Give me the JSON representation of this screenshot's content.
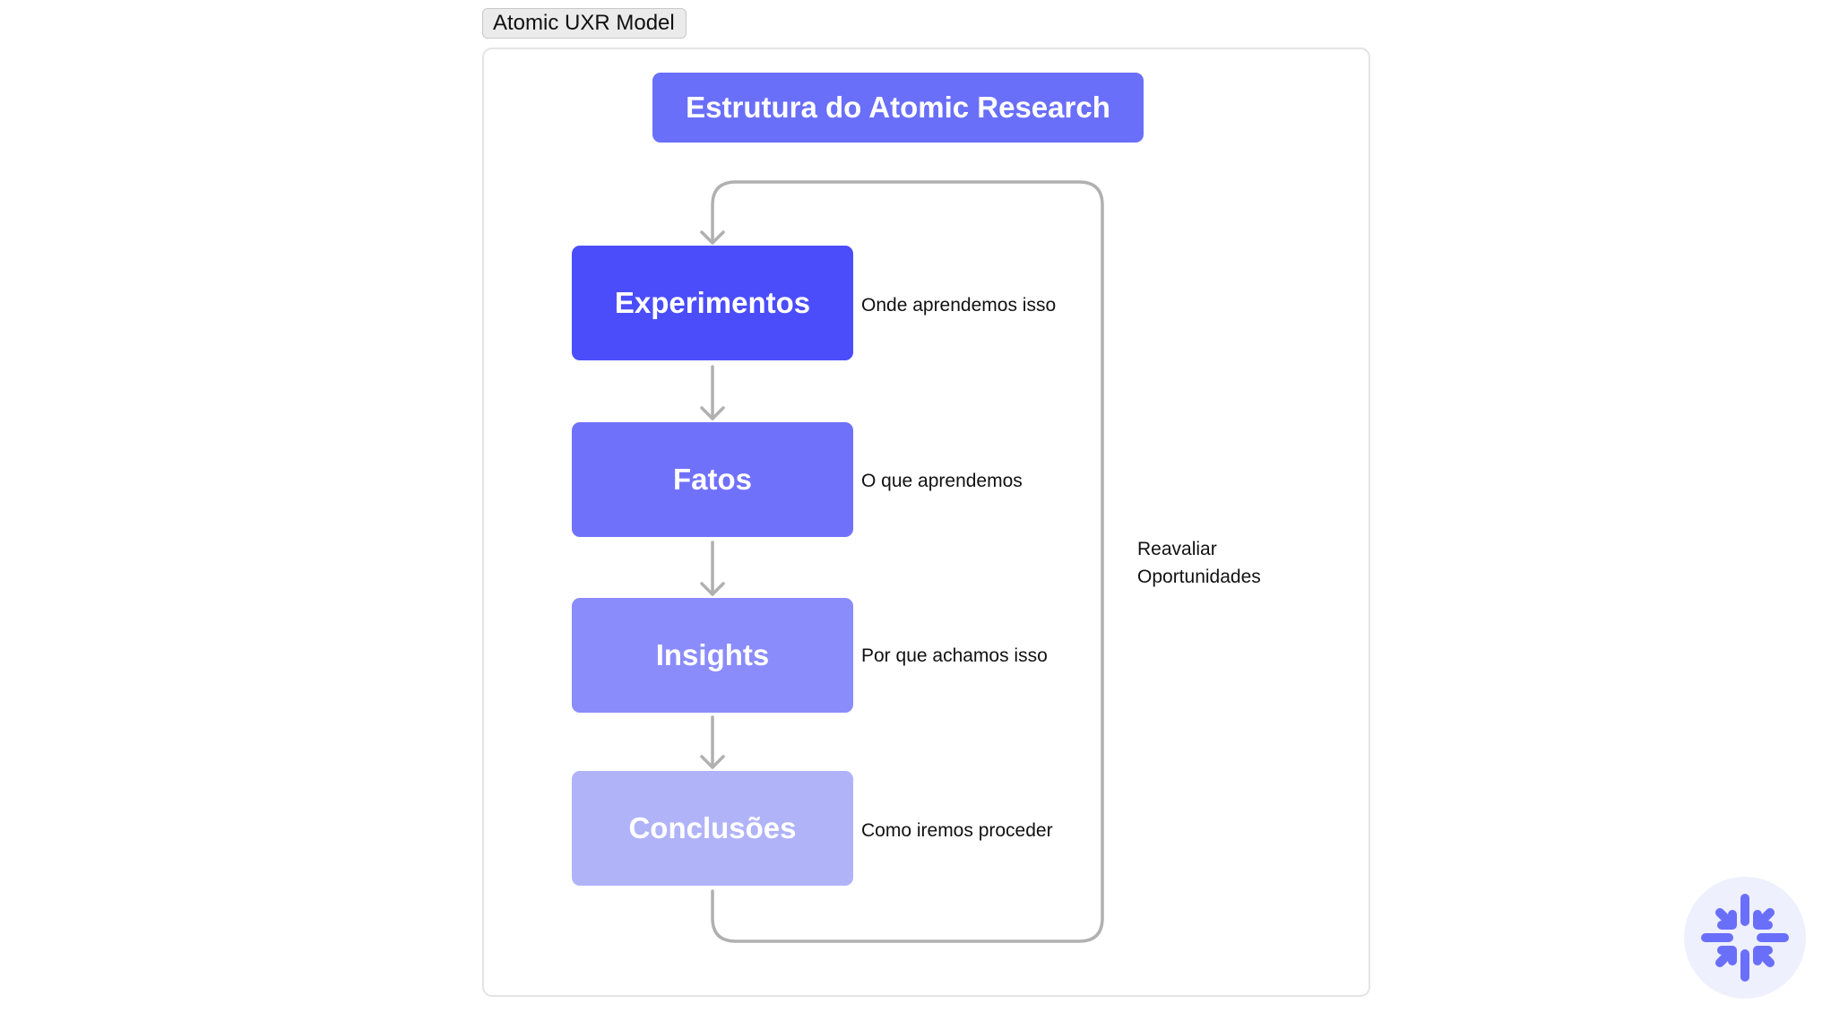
{
  "frame": {
    "tag": "Atomic UXR Model"
  },
  "diagram": {
    "title": "Estrutura do Atomic Research",
    "steps": [
      {
        "label": "Experimentos",
        "description": "Onde aprendemos isso",
        "color": "#4b4dfb"
      },
      {
        "label": "Fatos",
        "description": "O que aprendemos",
        "color": "#7071fb"
      },
      {
        "label": "Insights",
        "description": "Por que achamos isso",
        "color": "#8a8cfb"
      },
      {
        "label": "Conclusões",
        "description": "Como iremos proceder",
        "color": "#b1b3f8"
      }
    ],
    "loop_label_line1": "Reavaliar",
    "loop_label_line2": "Oportunidades"
  },
  "badge": {
    "icon": "snowflake-arrows-icon",
    "color": "#6a6ffa"
  },
  "colors": {
    "connector": "#b0b0b0",
    "title_bg": "#6a6ffa",
    "frame_border": "#e4e4e4"
  }
}
